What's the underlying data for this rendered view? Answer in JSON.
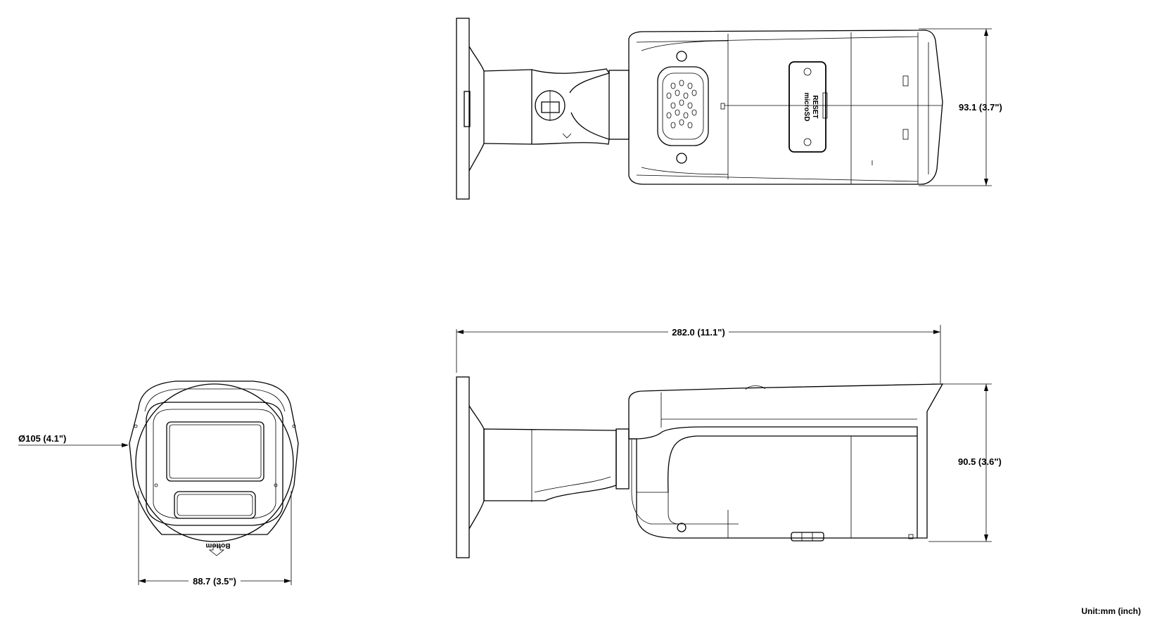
{
  "dimensions": {
    "top_view_height": "93.1 (3.7\")",
    "side_view_length": "282.0 (11.1\")",
    "side_view_height": "90.5 (3.6\")",
    "front_view_diameter": "Ø105 (4.1\")",
    "front_view_width": "88.7 (3.5\")"
  },
  "labels": {
    "reset": "RESET",
    "microsd": "microSD",
    "bottom": "Bottom"
  },
  "unit_note": "Unit:mm (inch)"
}
